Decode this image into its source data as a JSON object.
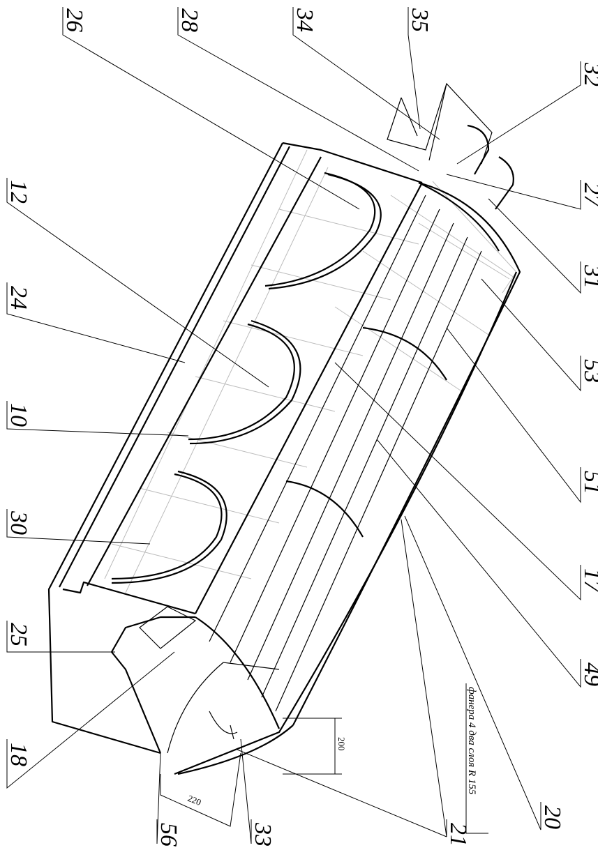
{
  "labels": {
    "top": [
      "26",
      "28",
      "34",
      "35",
      "32"
    ],
    "right": [
      "27",
      "31",
      "53",
      "51",
      "17",
      "49",
      "20",
      "21",
      "33",
      "56"
    ],
    "left": [
      "12",
      "24",
      "10",
      "30",
      "25",
      "18"
    ]
  },
  "dimensions": {
    "height": "200",
    "width": "220"
  },
  "note": "фанера 4 два слоя R 155"
}
